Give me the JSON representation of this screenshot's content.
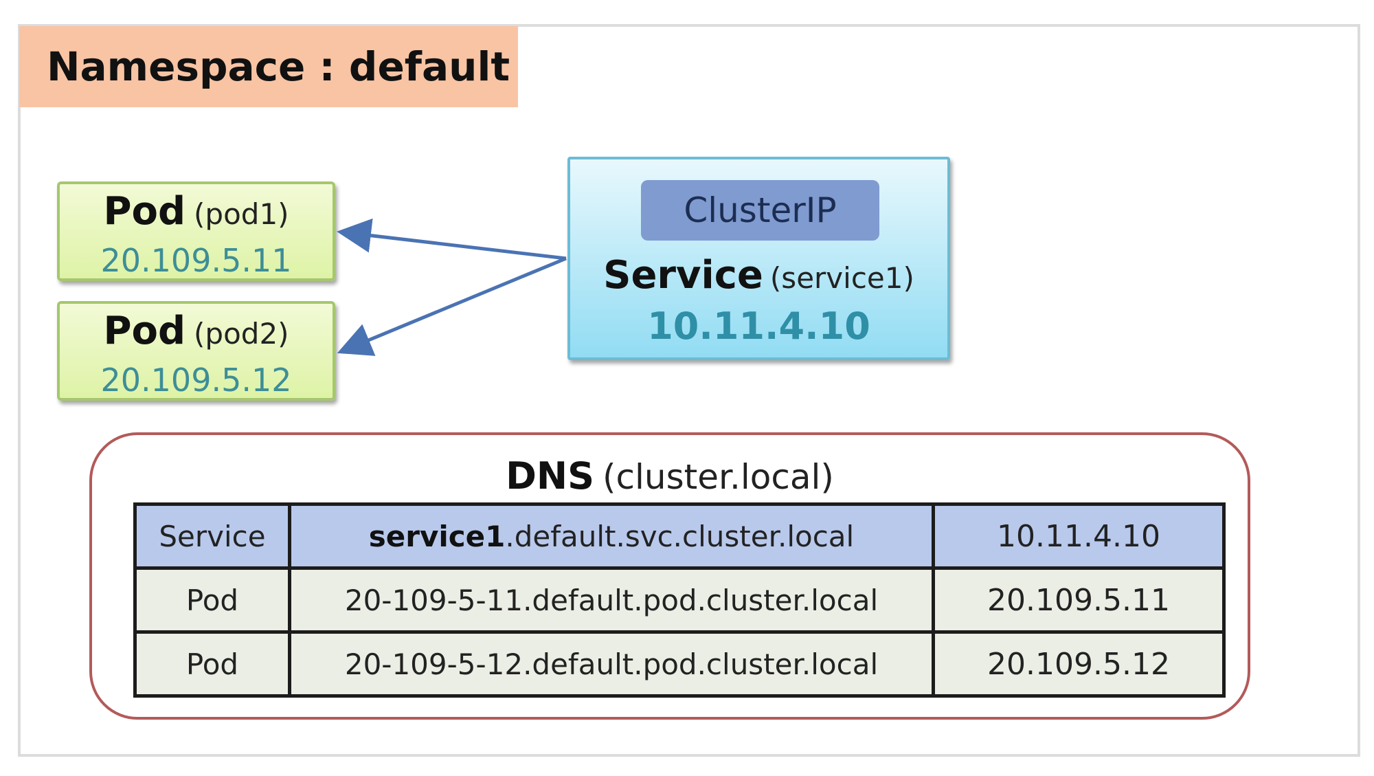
{
  "namespace": {
    "label": "Namespace : default"
  },
  "pods": [
    {
      "kind": "Pod",
      "name": "(pod1)",
      "ip": "20.109.5.11"
    },
    {
      "kind": "Pod",
      "name": "(pod2)",
      "ip": "20.109.5.12"
    }
  ],
  "service": {
    "type_badge": "ClusterIP",
    "kind": "Service",
    "name": "(service1)",
    "ip": "10.11.4.10"
  },
  "dns": {
    "kind": "DNS",
    "name": "(cluster.local)",
    "rows": [
      {
        "type": "Service",
        "fqdn_bold": "service1",
        "fqdn_rest": ".default.svc.cluster.local",
        "ip": "10.11.4.10"
      },
      {
        "type": "Pod",
        "fqdn_bold": "",
        "fqdn_rest": "20-109-5-11.default.pod.cluster.local",
        "ip": "20.109.5.11"
      },
      {
        "type": "Pod",
        "fqdn_bold": "",
        "fqdn_rest": "20-109-5-12.default.pod.cluster.local",
        "ip": "20.109.5.12"
      }
    ]
  },
  "colors": {
    "namespace_tag": "#f8c4a3",
    "pod_fill": "#def3a6",
    "pod_ip_text": "#3d8e97",
    "service_fill": "#92dcf3",
    "clusterip_badge": "#7f9bd0",
    "arrow": "#4a73b3",
    "dns_border": "#b35a5a",
    "dns_service_row": "#b8c9ec",
    "dns_pod_row": "#ebeee4"
  }
}
